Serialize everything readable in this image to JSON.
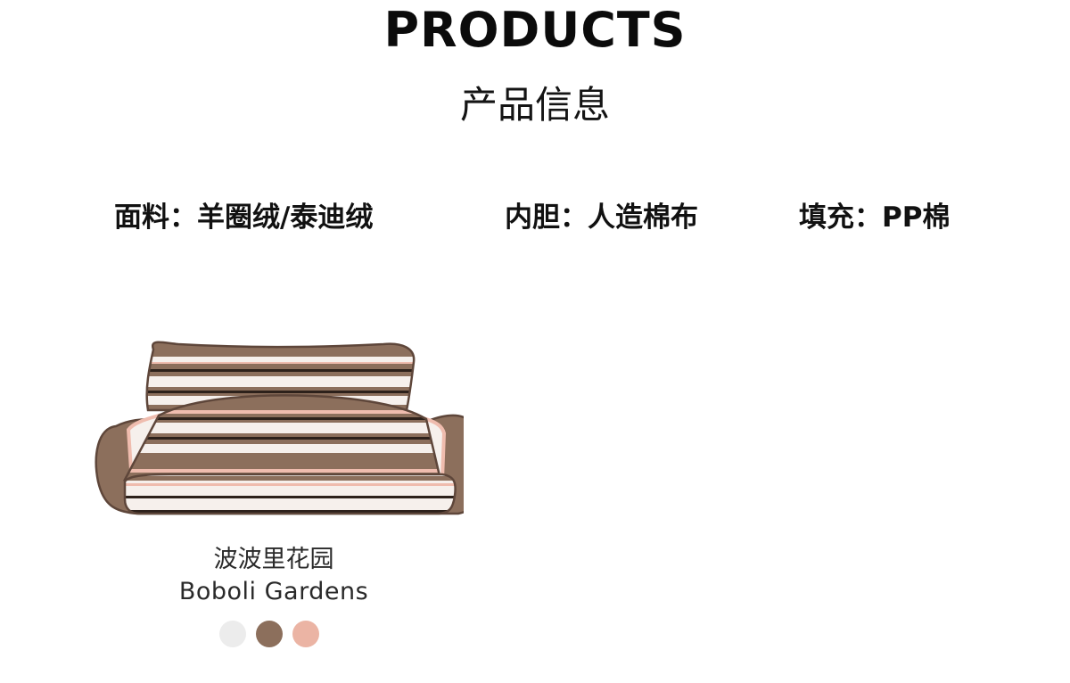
{
  "header": {
    "title_en": "PRODUCTS",
    "title_cn": "产品信息"
  },
  "specs": [
    {
      "label": "面料：",
      "value": "羊圈绒/泰迪绒"
    },
    {
      "label": "内胆：",
      "value": "人造棉布"
    },
    {
      "label": "填充：",
      "value": "PP棉"
    }
  ],
  "product": {
    "name_cn": "波波里花园",
    "name_en": "Boboli Gardens",
    "swatches": [
      {
        "name": "white",
        "color": "#ececec"
      },
      {
        "name": "brown",
        "color": "#8c6f5c"
      },
      {
        "name": "pink",
        "color": "#ebb4a4"
      }
    ],
    "palette": {
      "brown": "#8c6f5c",
      "dark": "#2d211b",
      "cream": "#f6f0ec",
      "pink": "#efbcae",
      "outline": "#5e463a"
    }
  }
}
